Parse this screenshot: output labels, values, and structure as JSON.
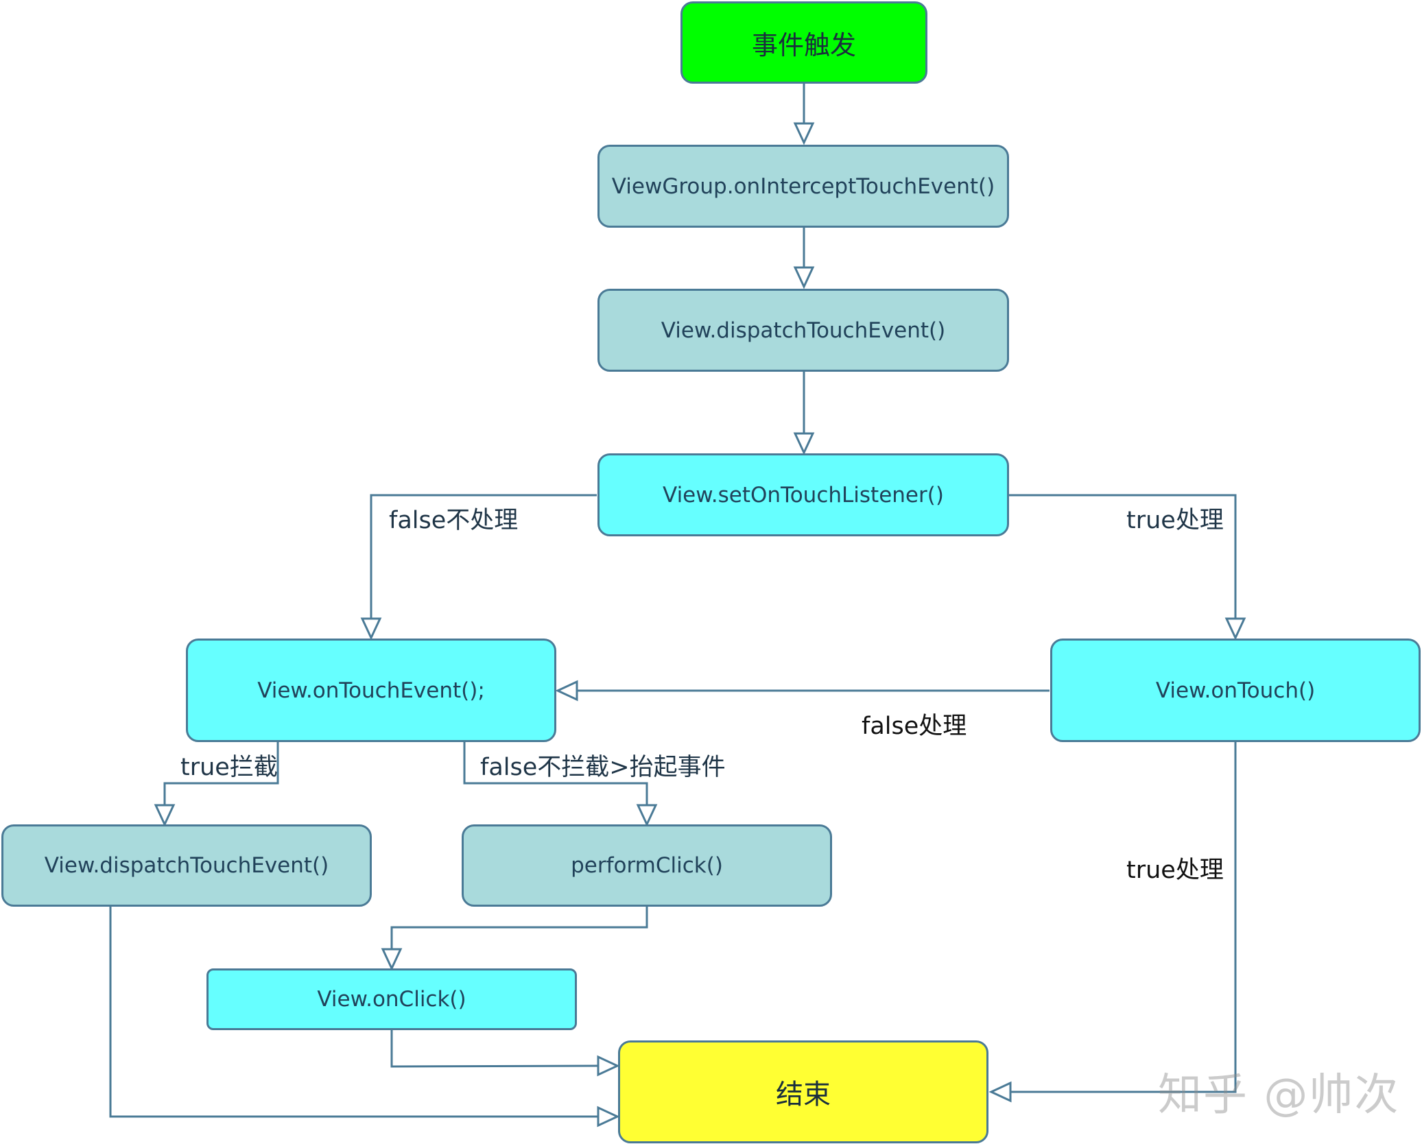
{
  "nodes": {
    "start": "事件触发",
    "intercept": "ViewGroup.onInterceptTouchEvent()",
    "dispatch1": "View.dispatchTouchEvent()",
    "set_listener": "View.setOnTouchListener()",
    "on_touch_event": "View.onTouchEvent();",
    "on_touch": "View.onTouch()",
    "dispatch2": "View.dispatchTouchEvent()",
    "perform_click": "performClick()",
    "on_click": "View.onClick()",
    "end": "结束"
  },
  "labels": {
    "false_not_handle": "false不处理",
    "true_handle_top": "true处理",
    "false_handle": "false处理",
    "true_intercept": "true拦截",
    "false_not_intercept": "false不拦截>抬起事件",
    "true_handle_bottom": "true处理"
  },
  "watermark": "知乎 @帅次",
  "colors": {
    "line": "#4a7a96",
    "start_fill": "#00ff00",
    "teal_fill": "#a9dadc",
    "cyan_fill": "#66ffff",
    "end_fill": "#ffff33"
  }
}
